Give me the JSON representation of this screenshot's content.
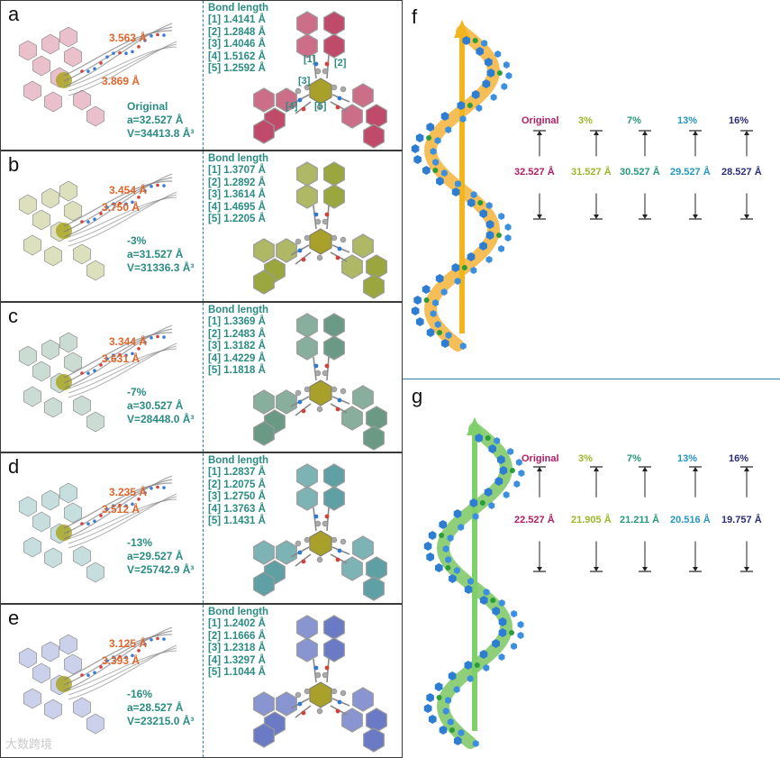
{
  "panels": [
    {
      "label": "a",
      "d1": "3.563 Å",
      "d2": "3.869 Å",
      "name": "Original",
      "a": "a=32.527 Å",
      "v": "V=34413.8 Å³",
      "color": "#c04a6a",
      "bond_header": "Bond length",
      "bonds": [
        "[1] 1.4141 Å",
        "[2] 1.2848 Å",
        "[3] 1.4046 Å",
        "[4] 1.5162 Å",
        "[5] 1.2592 Å"
      ],
      "marks": [
        "[1]",
        "[2]",
        "[3]",
        "[4]",
        "[5]"
      ]
    },
    {
      "label": "b",
      "d1": "3.454 Å",
      "d2": "3.750 Å",
      "name": "-3%",
      "a": "a=31.527 Å",
      "v": "V=31336.3 Å³",
      "color": "#9aa63e",
      "bond_header": "Bond length",
      "bonds": [
        "[1] 1.3707 Å",
        "[2] 1.2892 Å",
        "[3] 1.3614 Å",
        "[4] 1.4695 Å",
        "[5] 1.2205 Å"
      ]
    },
    {
      "label": "c",
      "d1": "3.344 Å",
      "d2": "3.631 Å",
      "name": "-7%",
      "a": "a=30.527 Å",
      "v": "V=28448.0 Å³",
      "color": "#6a9a86",
      "bond_header": "Bond length",
      "bonds": [
        "[1] 1.3369 Å",
        "[2] 1.2483 Å",
        "[3] 1.3182 Å",
        "[4] 1.4229 Å",
        "[5] 1.1818 Å"
      ]
    },
    {
      "label": "d",
      "d1": "3.235 Å",
      "d2": "3.512 Å",
      "name": "-13%",
      "a": "a=29.527 Å",
      "v": "V=25742.9 Å³",
      "color": "#5ea0a4",
      "bond_header": "Bond length",
      "bonds": [
        "[1] 1.2837 Å",
        "[2] 1.2075 Å",
        "[3] 1.2750 Å",
        "[4] 1.3763 Å",
        "[5] 1.1431 Å"
      ]
    },
    {
      "label": "e",
      "d1": "3.125 Å",
      "d2": "3.393 Å",
      "name": "-16%",
      "a": "a=28.527 Å",
      "v": "V=23215.0 Å³",
      "color": "#6a7ac4",
      "bond_header": "Bond length",
      "bonds": [
        "[1] 1.2402 Å",
        "[2] 1.1666 Å",
        "[3] 1.2318 Å",
        "[4] 1.3297 Å",
        "[5] 1.1044 Å"
      ]
    }
  ],
  "f": {
    "label": "f",
    "items": [
      {
        "pct": "Original",
        "len": "32.527 Å",
        "color": "#b01e63"
      },
      {
        "pct": "3%",
        "len": "31.527 Å",
        "color": "#9ab82a"
      },
      {
        "pct": "7%",
        "len": "30.527 Å",
        "color": "#27997a"
      },
      {
        "pct": "13%",
        "len": "29.527 Å",
        "color": "#2596c0"
      },
      {
        "pct": "16%",
        "len": "28.527 Å",
        "color": "#2a2c78"
      }
    ],
    "helix_color": "#f2a81e"
  },
  "g": {
    "label": "g",
    "items": [
      {
        "pct": "Original",
        "len": "22.527 Å",
        "color": "#b01e63"
      },
      {
        "pct": "3%",
        "len": "21.905 Å",
        "color": "#9ab82a"
      },
      {
        "pct": "7%",
        "len": "21.211 Å",
        "color": "#27997a"
      },
      {
        "pct": "13%",
        "len": "20.516 Å",
        "color": "#2596c0"
      },
      {
        "pct": "16%",
        "len": "19.757 Å",
        "color": "#2a2c78"
      }
    ],
    "helix_color": "#6bbf4c"
  },
  "watermark": "大数跨境"
}
